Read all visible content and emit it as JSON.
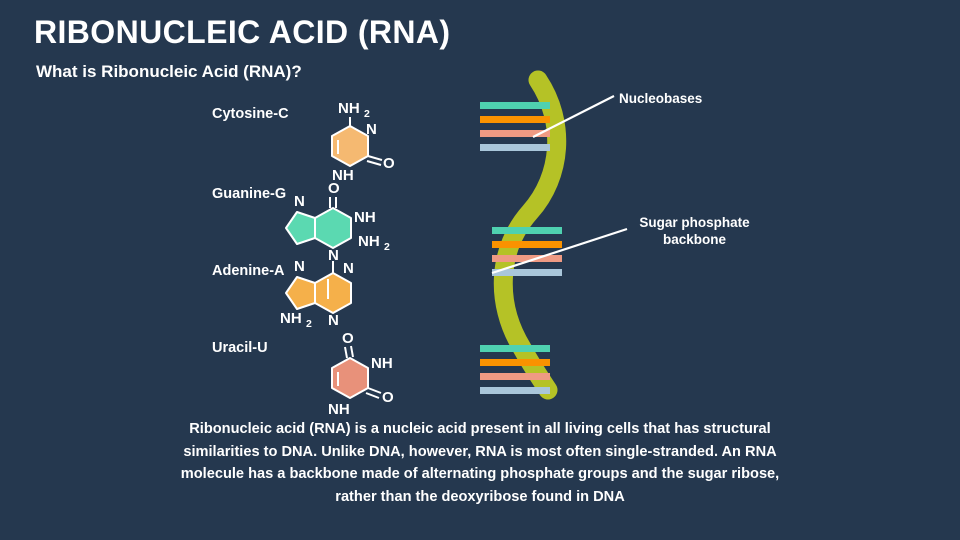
{
  "slide": {
    "background_color": "#25384f",
    "title": "RIBONUCLEIC ACID (RNA)",
    "subtitle": "What is Ribonucleic Acid (RNA)?",
    "body_text": "Ribonucleic acid (RNA) is a nucleic acid present in all living cells that has structural similarities to DNA. Unlike DNA, however, RNA is most often single-stranded. An RNA molecule has a backbone made of alternating phosphate groups and the sugar ribose, rather than the deoxyribose found in DNA"
  },
  "bases": [
    {
      "label": "Cytosine-C",
      "color": "#f5b971",
      "ring": "pyrimidine",
      "atoms": [
        "NH2",
        "N",
        "O",
        "NH"
      ]
    },
    {
      "label": "Guanine-G",
      "color": "#5bd9b1",
      "ring": "purine",
      "atoms": [
        "O",
        "N",
        "NH",
        "NH2",
        "N"
      ]
    },
    {
      "label": "Adenine-A",
      "color": "#f5b04a",
      "ring": "purine",
      "atoms": [
        "N",
        "N",
        "NH2",
        "N"
      ]
    },
    {
      "label": "Uracil-U",
      "color": "#e8917a",
      "ring": "pyrimidine",
      "atoms": [
        "O",
        "NH",
        "O",
        "NH"
      ]
    }
  ],
  "strand": {
    "backbone_color": "#b5c226",
    "nucleobase_colors": {
      "teal": "#4fd1b0",
      "orange": "#fa9200",
      "salmon": "#ef9a83",
      "lightblue": "#a9c6da"
    },
    "rung_groups": 3,
    "rungs_per_group": 4
  },
  "callouts": [
    {
      "id": "nucleobases",
      "label": "Nucleobases"
    },
    {
      "id": "backbone",
      "label": "Sugar phosphate backbone"
    }
  ]
}
